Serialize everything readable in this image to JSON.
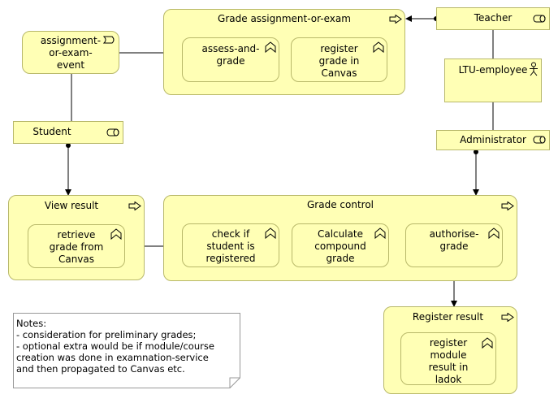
{
  "elements": {
    "grade_assignment": "Grade assignment-or-exam",
    "assess_and_grade": "assess-and-\ngrade",
    "register_grade_canvas": "register\ngrade in\nCanvas",
    "assignment_event": "assignment-\nor-exam-\nevent",
    "teacher": "Teacher",
    "ltu_employee": "LTU-employee",
    "student": "Student",
    "administrator": "Administrator",
    "view_result": "View result",
    "retrieve_grade": "retrieve\ngrade from\nCanvas",
    "grade_control": "Grade control",
    "check_registered": "check if\nstudent is\nregistered",
    "calculate_compound": "Calculate\ncompound\ngrade",
    "authorise_grade": "authorise-\ngrade",
    "register_result": "Register result",
    "register_module_result": "register\nmodule\nresult in\nladok"
  },
  "note": "Notes:\n- consideration for preliminary grades;\n- optional extra would be if module/course\ncreation was done in examnation-service\nand then propagated to Canvas etc.",
  "icons": {
    "service": "service-icon",
    "function": "function-icon",
    "event": "event-icon",
    "role": "role-icon",
    "actor": "actor-icon"
  },
  "colors": {
    "element_fill": "#ffffb5",
    "element_border": "#b8b86a",
    "line": "#000000"
  }
}
